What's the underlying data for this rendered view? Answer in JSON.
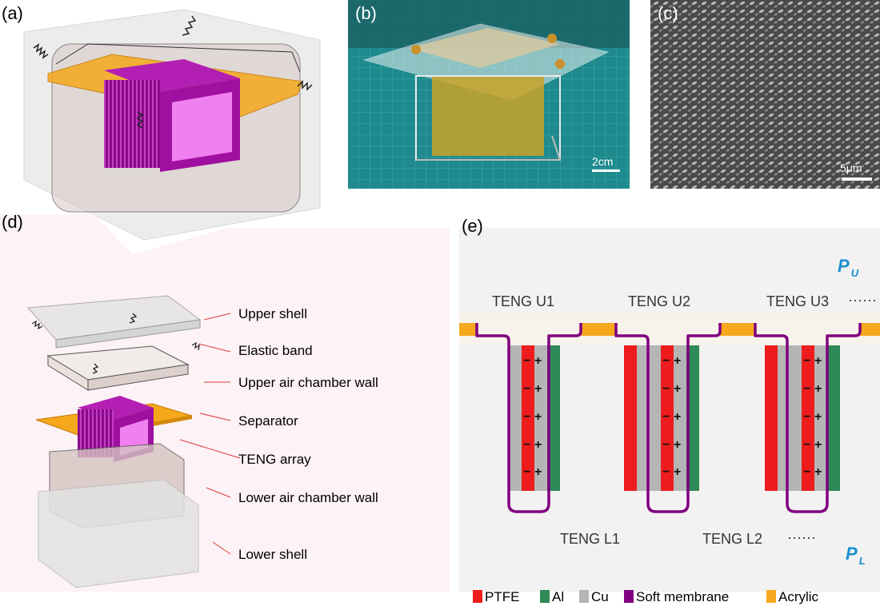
{
  "panels": {
    "a": "(a)",
    "b": "(b)",
    "c": "(c)",
    "d": "(d)",
    "e": "(e)"
  },
  "photo_b": {
    "scale_label": "2cm"
  },
  "sem_c": {
    "scale_label": "5μm"
  },
  "exploded": {
    "callouts": [
      "Upper shell",
      "Elastic band",
      "Upper air chamber wall",
      "Separator",
      "TENG array",
      "Lower air chamber wall",
      "Lower shell"
    ]
  },
  "cross_section": {
    "upper_labels": [
      "TENG U1",
      "TENG U2",
      "TENG U3"
    ],
    "upper_more": "······",
    "lower_labels": [
      "TENG L1",
      "TENG L2"
    ],
    "lower_more": "······",
    "pressure_upper": {
      "main": "P",
      "sub": "U"
    },
    "pressure_lower": {
      "main": "P",
      "sub": "L"
    },
    "minus": "−",
    "plus": "+",
    "legend": [
      {
        "label": "PTFE",
        "color": "#ee1c1c"
      },
      {
        "label": "Al",
        "color": "#2e8a57"
      },
      {
        "label": "Cu",
        "color": "#b5b5b5"
      },
      {
        "label": "Soft membrane",
        "color": "#800080"
      },
      {
        "label": "Acrylic",
        "color": "#f5a81c"
      }
    ]
  }
}
